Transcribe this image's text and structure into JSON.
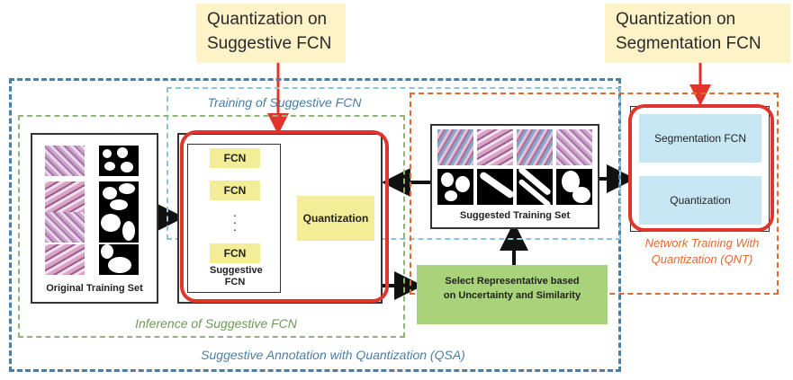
{
  "callouts": {
    "suggestive": "Quantization on Suggestive FCN",
    "segmentation": "Quantization on Segmentation FCN"
  },
  "regions": {
    "qsa": "Suggestive Annotation with Quantization (QSA)",
    "training_suggestive": "Training of Suggestive FCN",
    "inference_suggestive": "Inference of Suggestive FCN",
    "qnt": "Network Training With Quantization (QNT)"
  },
  "nodes": {
    "original_training_set": "Original Training Set",
    "fcn": "FCN",
    "suggestive_fcn": "Suggestive FCN",
    "quantization": "Quantization",
    "suggested_training_set": "Suggested Training Set",
    "select_representative": "Select Representative based on Uncertainty and Similarity",
    "segmentation_fcn": "Segmentation FCN"
  },
  "colors": {
    "qsa_border": "#4a7ea6",
    "qnt_border": "#e06a2b",
    "highlight": "#e0352a",
    "callout_fill": "#fef3c7",
    "fcn_fill": "#f3ed98",
    "select_fill": "#a9d37b",
    "segmentation_fill": "#c7e7f5"
  }
}
